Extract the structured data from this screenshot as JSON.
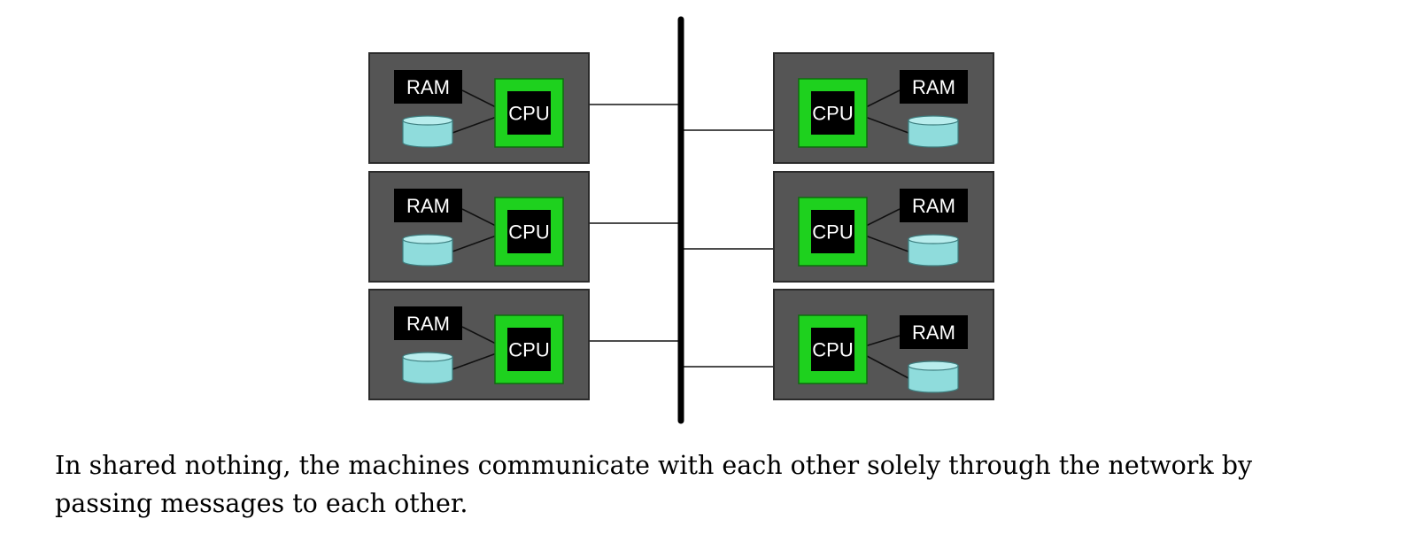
{
  "diagram": {
    "nodes_per_side": 3,
    "ram_label": "RAM",
    "cpu_label": "CPU",
    "colors": {
      "node_fill": "#555555",
      "cpu_green": "#1ed11e",
      "disk": "#8fdcdc",
      "bus": "#000000"
    }
  },
  "caption": "In shared nothing, the machines communicate with each other solely through the network by passing messages to each other."
}
